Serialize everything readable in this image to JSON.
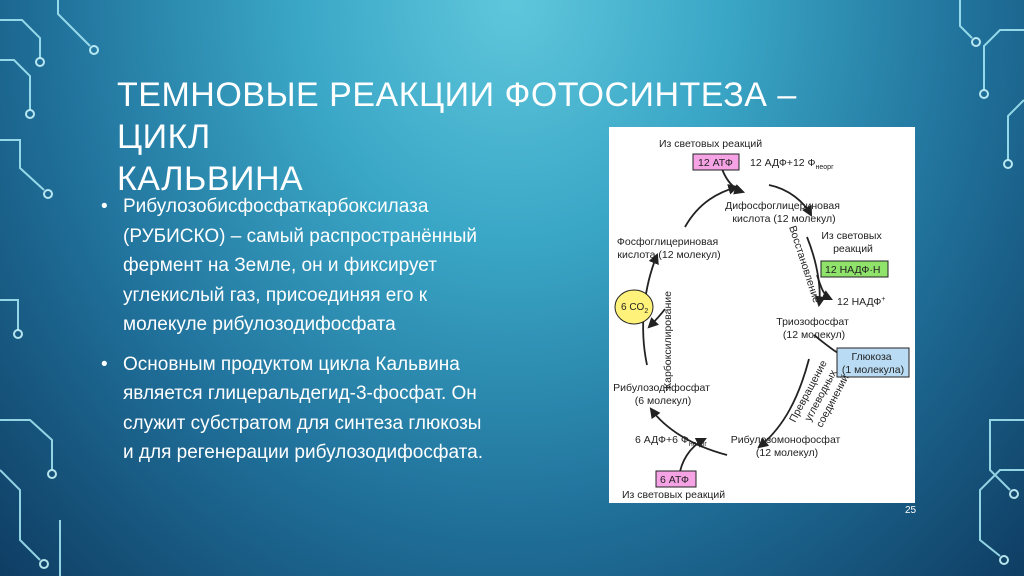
{
  "slide": {
    "title_line1": "ТЕМНОВЫЕ РЕАКЦИИ ФОТОСИНТЕЗА – ЦИКЛ",
    "title_line2": "КАЛЬВИНА",
    "bullet_marker": "•",
    "bullets": [
      {
        "lines": [
          "Рибулозобисфосфаткарбоксилаза",
          "(РУБИСКО) – самый распространённый",
          "фермент на Земле, он и фиксирует",
          "углекислый газ, присоединяя его к",
          "молекуле рибулозодифосфата"
        ]
      },
      {
        "lines": [
          "Основным продуктом цикла Кальвина",
          "является глицеральдегид-3-фосфат. Он",
          "служит субстратом для синтеза глюкозы",
          "и для регенерации рибулозодифосфата."
        ]
      }
    ],
    "page_number": "25"
  },
  "diagram": {
    "top_source": "Из световых реакций",
    "atp12": "12 АТФ",
    "adp12": "12 АДФ+12 Ф",
    "adp12_sub": "неорг",
    "dpga_line1": "Дифосфоглицериновая",
    "dpga_line2": "кислота (12 молекул)",
    "pga_line1": "Фосфоглицериновая",
    "pga_line2": "кислота (12 молекул)",
    "reduction": "Восстановление",
    "right_source_line1": "Из световых",
    "right_source_line2": "реакций",
    "nadph": "12 НАДФ·Н",
    "nadp": "12 НАДФ",
    "nadp_sup": "+",
    "co2": "6 CO",
    "co2_sub": "2",
    "carboxylation": "Карбоксилирование",
    "triose_line1": "Триозофосфат",
    "triose_line2": "(12 молекул)",
    "glucose_line1": "Глюкоза",
    "glucose_line2": "(1 молекула)",
    "conversion_line1": "Превращение",
    "conversion_line2": "углеводных",
    "conversion_line3": "соединений",
    "rudp_line1": "Рибулозодифосфат",
    "rudp_line2": "(6 молекул)",
    "adp6": "6 АДФ+6 Ф",
    "adp6_sub": "неорг",
    "rump_line1": "Рибулозомонофосфат",
    "rump_line2": "(12 молекул)",
    "atp6": "6 АТФ",
    "bottom_source": "Из световых реакций",
    "colors": {
      "atp_fill": "#f6a3e6",
      "nadph_fill": "#8fe36a",
      "co2_fill": "#fff27a",
      "glucose_fill": "#b9dcf4"
    }
  }
}
